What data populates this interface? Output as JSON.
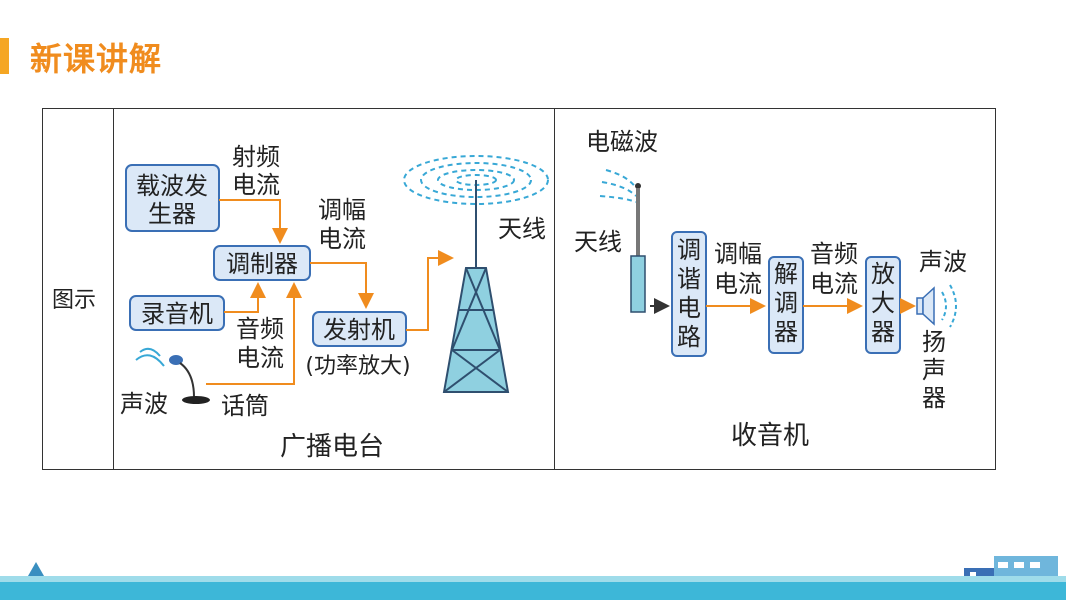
{
  "header": {
    "title": "新课讲解"
  },
  "table": {
    "row_label": "图示"
  },
  "broadcast": {
    "caption": "广播电台",
    "carrier_box": [
      "载波发",
      "生器"
    ],
    "rf_current": [
      "射频",
      "电流"
    ],
    "modulator_box": "调制器",
    "am_current": [
      "调幅",
      "电流"
    ],
    "recorder_box": "录音机",
    "audio_current": [
      "音频",
      "电流"
    ],
    "transmitter_box": "发射机",
    "power_amp": "(功率放大)",
    "antenna": "天线",
    "sound_wave": "声波",
    "microphone": "话筒"
  },
  "receiver": {
    "caption": "收音机",
    "em_wave": "电磁波",
    "antenna": "天线",
    "tuning_box": [
      "调",
      "谐",
      "电",
      "路"
    ],
    "am_current": [
      "调幅",
      "电流"
    ],
    "demod_box": [
      "解",
      "调",
      "器"
    ],
    "audio_current": [
      "音频",
      "电流"
    ],
    "amp_box": [
      "放",
      "大",
      "器"
    ],
    "sound_wave": "声波",
    "speaker": [
      "扬",
      "声",
      "器"
    ]
  },
  "colors": {
    "title": "#f08c1e",
    "accent": "#f5a623",
    "box_fill": "#dbe8f7",
    "box_stroke": "#3a6fb5",
    "arrow": "#f08c1e",
    "wave": "#38a8d6",
    "band": "#3db7d8"
  }
}
